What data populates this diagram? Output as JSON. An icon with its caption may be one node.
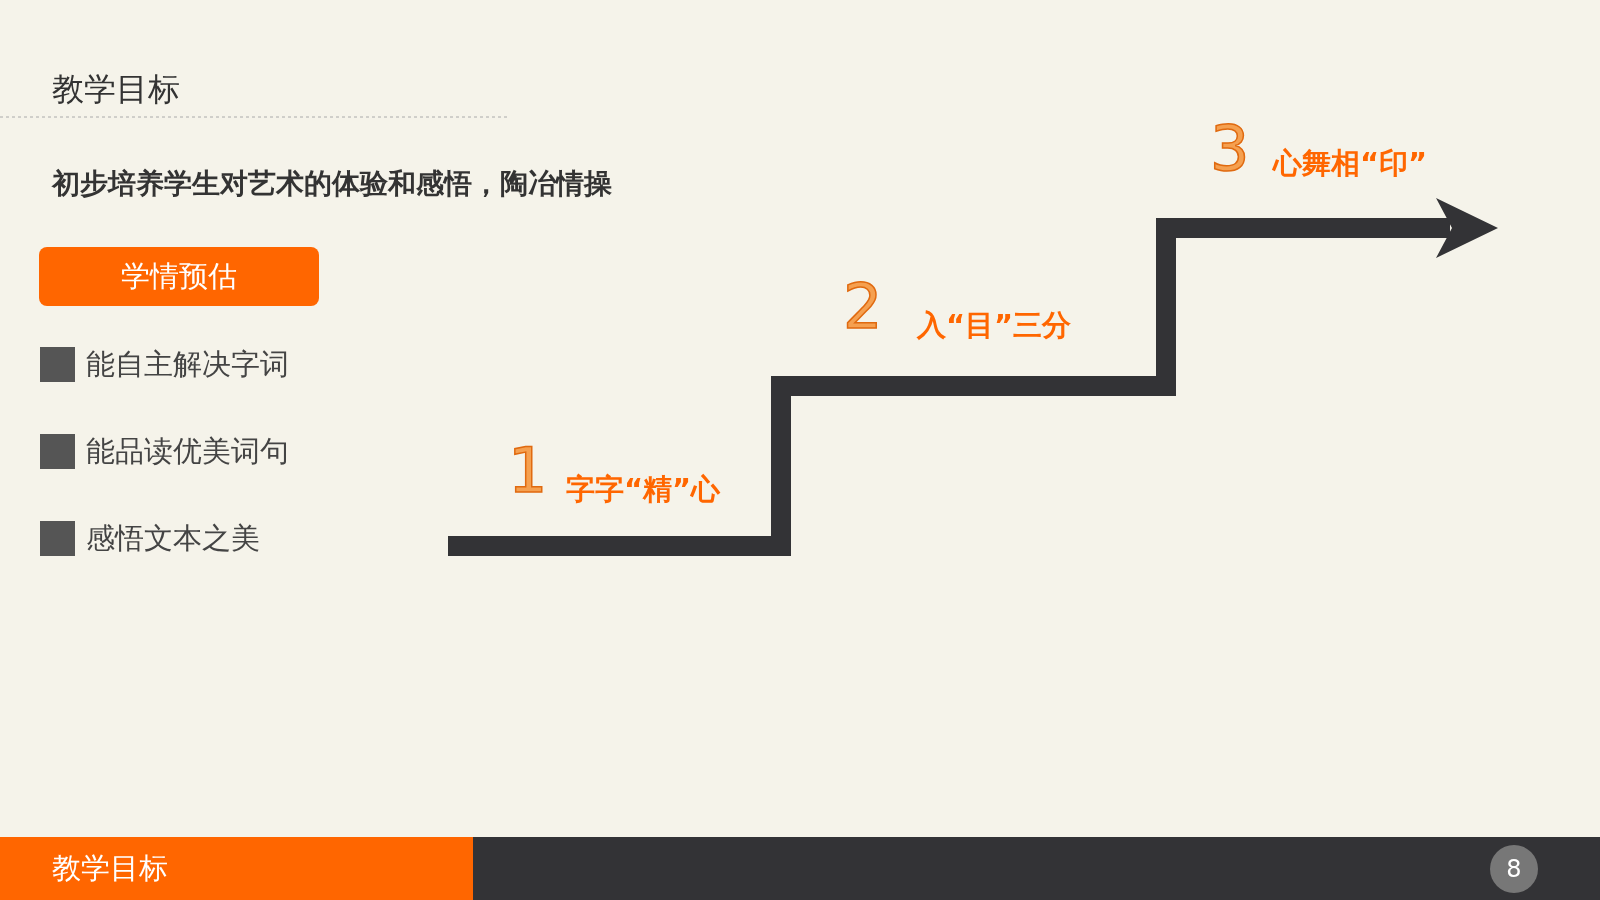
{
  "diagram": {
    "title": "教学目标",
    "nodes": [
      {
        "text": [
          "学情预估"
        ]
      },
      {
        "text": [
          "教学目标"
        ]
      },
      {
        "text": [
          "8"
        ]
      }
    ],
    "labels": [
      "初步培养学生对艺术的体验和感悟，陶冶情操",
      "能自主解决字词",
      "能品读优美词句",
      "感悟文本之美",
      "1",
      "字字“精”心",
      "2",
      "入“目”三分",
      "3",
      "心舞相“印”"
    ]
  }
}
